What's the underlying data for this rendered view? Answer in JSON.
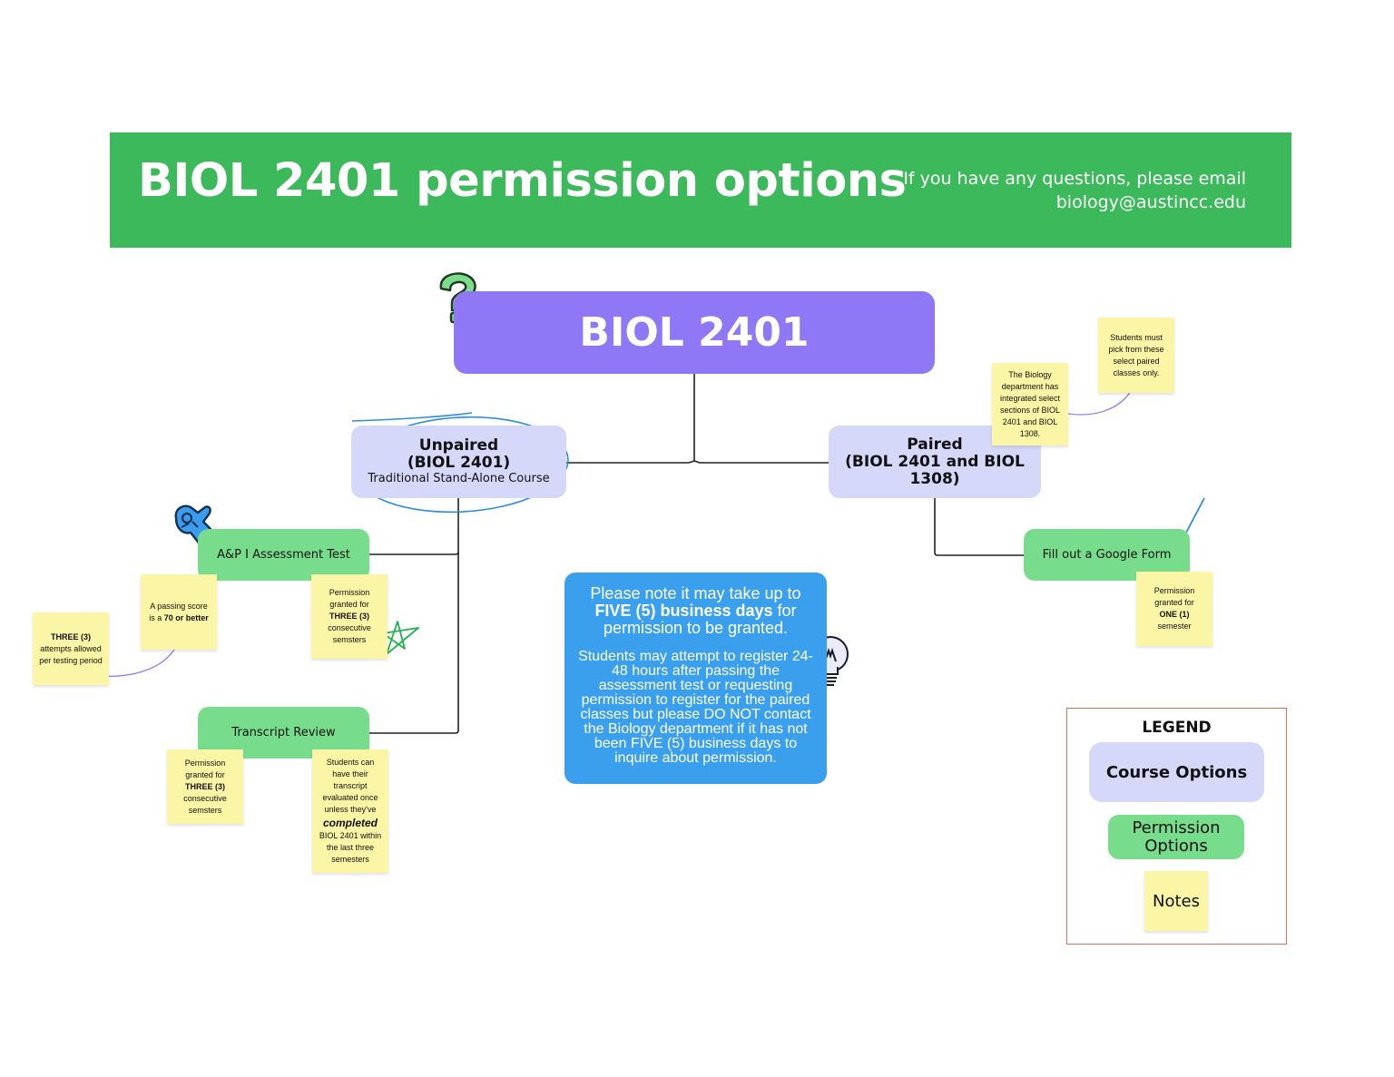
{
  "header": {
    "title": "BIOL 2401 permission options",
    "contact_line1": "If you have any questions, please email",
    "contact_line2": "biology@austincc.edu",
    "bg_color": "#3cb95b"
  },
  "root": {
    "label": "BIOL 2401",
    "color": "#8f77f5"
  },
  "unpaired": {
    "line1": "Unpaired",
    "line2": "(BIOL 2401)",
    "line3": "Traditional Stand-Alone Course"
  },
  "paired": {
    "line1": "Paired",
    "line2": "(BIOL 2401 and BIOL 1308)"
  },
  "options": {
    "assessment": "A&P I Assessment Test",
    "transcript": "Transcript Review",
    "google_form": "Fill out a Google Form"
  },
  "notes": {
    "three_attempts": {
      "bold": "THREE (3)",
      "text": "attempts allowed per testing period"
    },
    "passing_score": {
      "pre": "A passing score is a",
      "bold": "70 or better"
    },
    "perm_three_assessment": {
      "pre": "Permission granted for",
      "bold": "THREE (3)",
      "post": "consecutive semsters"
    },
    "perm_three_transcript": {
      "pre": "Permission granted for",
      "bold": "THREE  (3)",
      "post": "consecutive semsters"
    },
    "transcript_rule": {
      "pre": "Students can have their transcript evaluated once unless they've",
      "emph": "completed",
      "post": "BIOL 2401 within the last three semesters"
    },
    "bio_integrated": "The Biology department has integrated select sections of BIOL 2401 and BIOL 1308.",
    "must_pick": "Students must pick from these select paired classes only.",
    "perm_one": {
      "pre": "Permission granted for",
      "bold": "ONE (1)",
      "post": "semester"
    }
  },
  "info": {
    "a_pre": "Please note it may take up to",
    "a_bold": "FIVE (5) business days",
    "a_post": "for permission to be granted.",
    "b": "Students may attempt to register 24-48 hours after passing the assessment test or requesting permission to register for the paired classes but please DO NOT contact the Biology department if it has not been FIVE (5) business days to inquire about permission."
  },
  "legend": {
    "title": "LEGEND",
    "course": "Course Options",
    "permission": "Permission Options",
    "notes": "Notes"
  },
  "icons": [
    "question-mark-icon",
    "ok-hand-icon",
    "star-doodle-icon",
    "lightbulb-icon",
    "checkmark-doodle-icon",
    "circle-doodle-icon"
  ]
}
